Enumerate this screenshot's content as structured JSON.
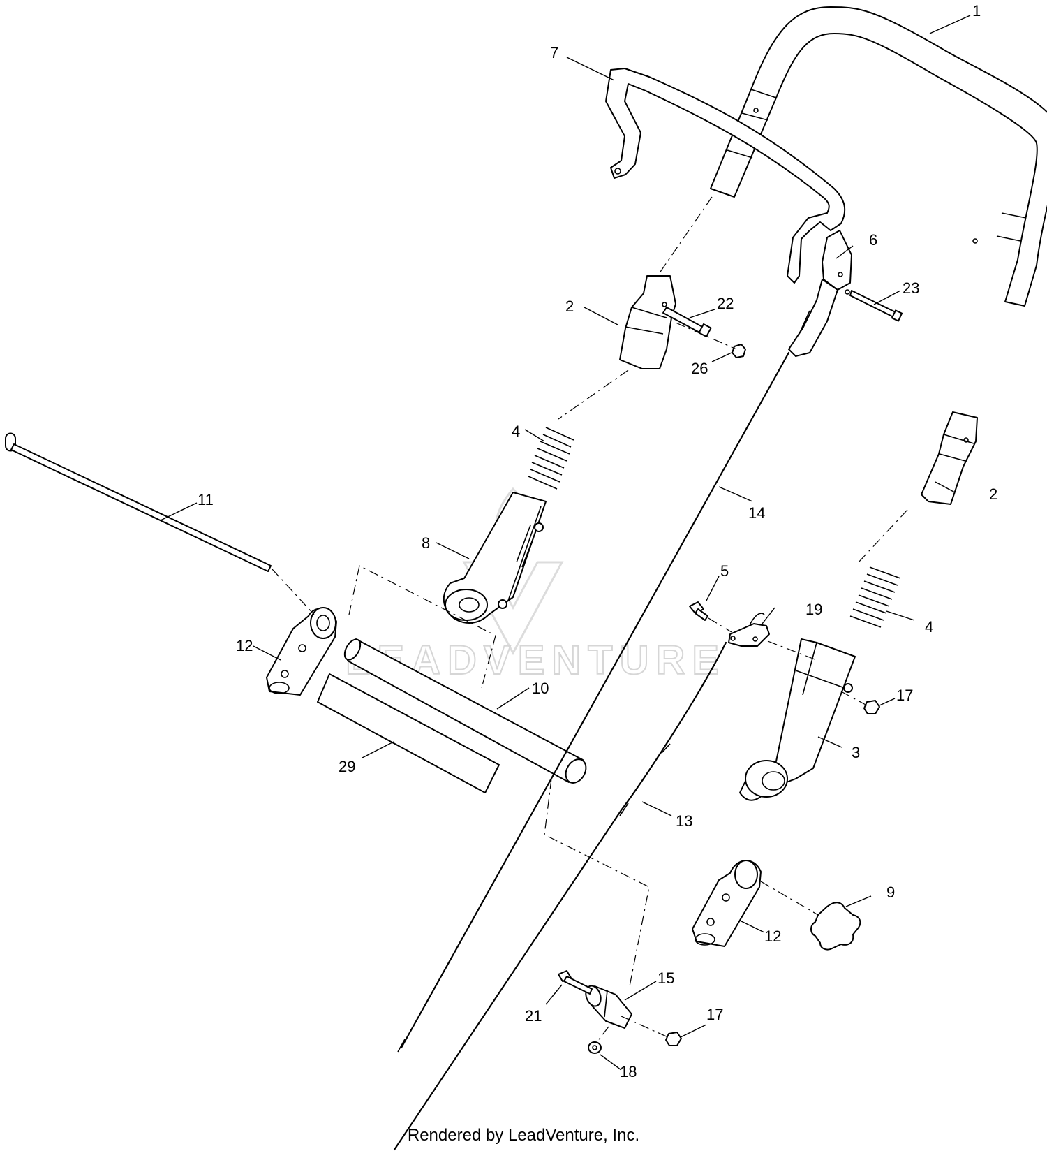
{
  "diagram": {
    "callouts": {
      "c1": "1",
      "c2a": "2",
      "c2b": "2",
      "c3": "3",
      "c4a": "4",
      "c4b": "4",
      "c5": "5",
      "c6": "6",
      "c7": "7",
      "c8": "8",
      "c9": "9",
      "c10": "10",
      "c11": "11",
      "c12a": "12",
      "c12b": "12",
      "c13": "13",
      "c14": "14",
      "c15": "15",
      "c17a": "17",
      "c17b": "17",
      "c18": "18",
      "c19": "19",
      "c21": "21",
      "c22": "22",
      "c23": "23",
      "c26": "26",
      "c29": "29"
    },
    "watermark": "LEADVENTURE"
  },
  "footer": {
    "credit": "Rendered by LeadVenture, Inc."
  }
}
